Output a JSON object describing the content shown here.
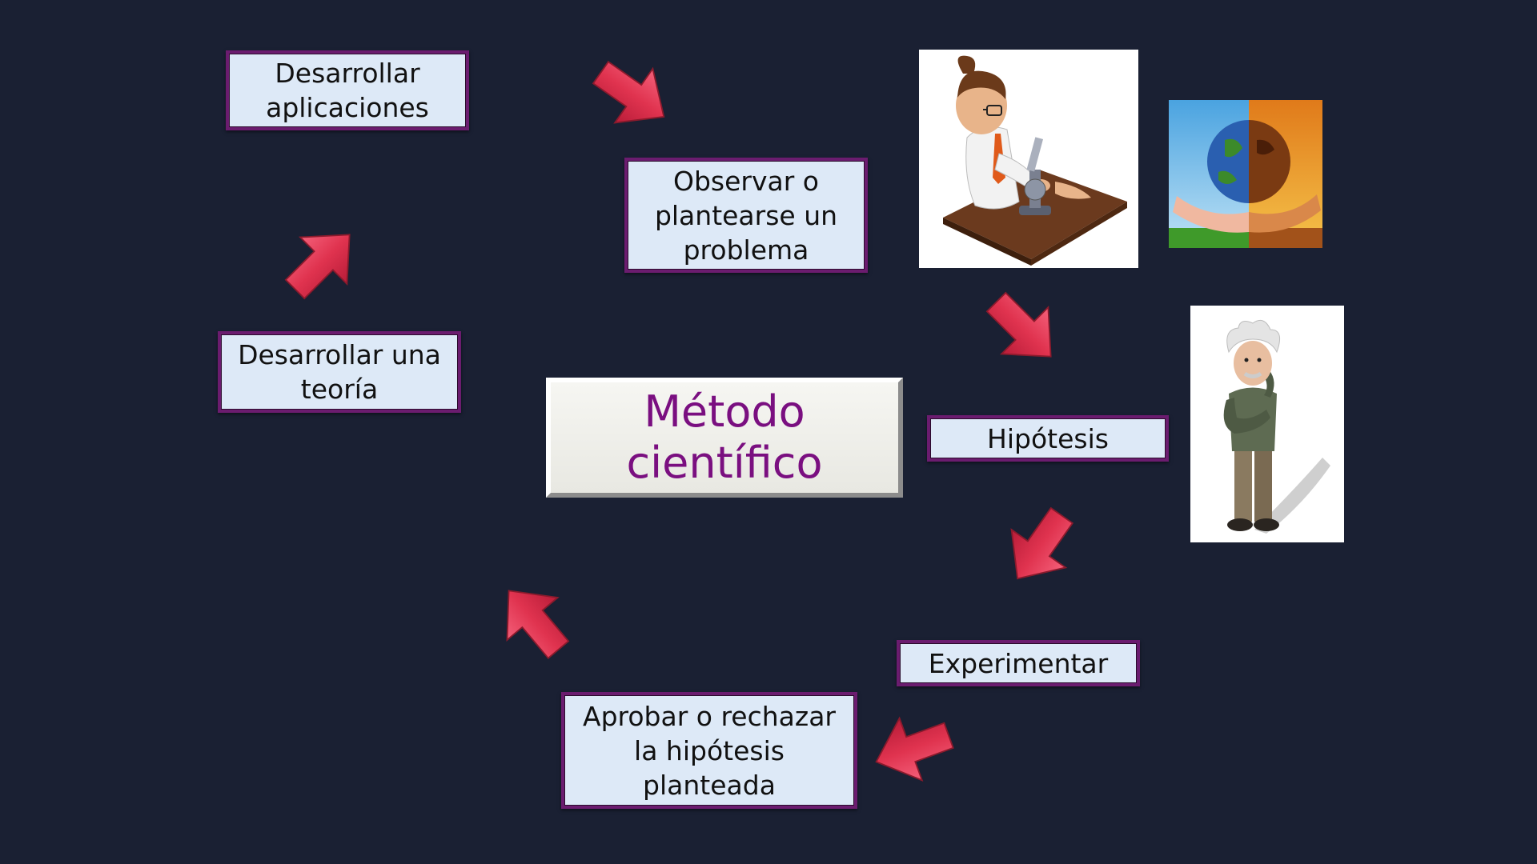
{
  "center": {
    "line1": "Método",
    "line2": "científico"
  },
  "steps": {
    "observe": [
      "Observar o",
      "plantearse un",
      "problema"
    ],
    "hypothesis": [
      "Hipótesis"
    ],
    "experiment": [
      "Experimentar"
    ],
    "approve": [
      "Aprobar o rechazar",
      "la hipótesis",
      "planteada"
    ],
    "theory": [
      "Desarrollar una",
      "teoría"
    ],
    "applications": [
      "Desarrollar",
      "aplicaciones"
    ]
  },
  "colors": {
    "background": "#1a2033",
    "box_fill": "#dde9f7",
    "box_border": "#6b1c6f",
    "title_text": "#7a0f80",
    "arrow": "#e03a58"
  },
  "illustrations": [
    "scientist-microscope-illustration",
    "earth-in-hands-image",
    "thinking-scientist-illustration"
  ]
}
